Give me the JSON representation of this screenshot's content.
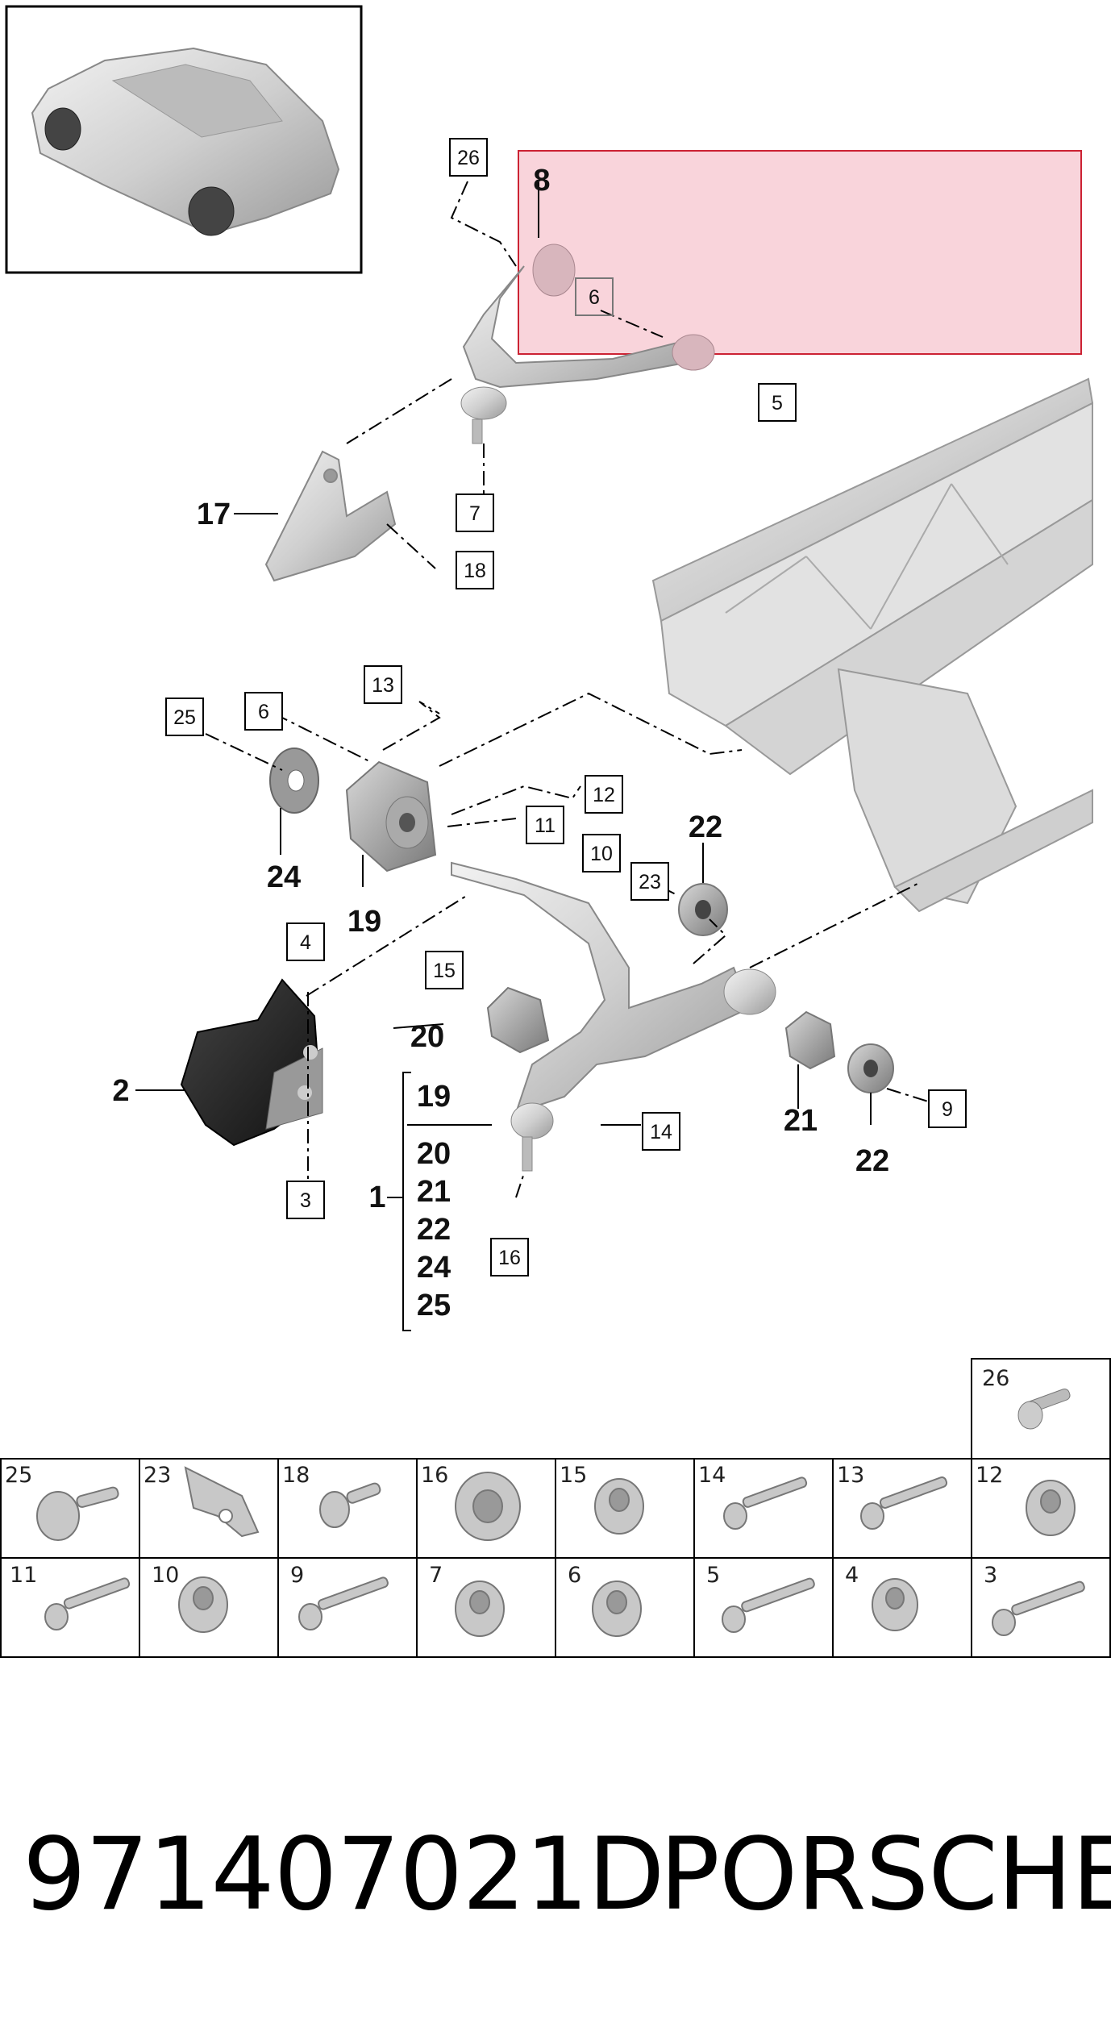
{
  "callouts": {
    "c26": "26",
    "c8": "8",
    "c6_top": "6",
    "c5": "5",
    "c7": "7",
    "c17": "17",
    "c18": "18",
    "c13": "13",
    "c25": "25",
    "c6_mid": "6",
    "c12": "12",
    "c11": "11",
    "c24": "24",
    "c19": "19",
    "c10": "10",
    "c23": "23",
    "c22_top": "22",
    "c4": "4",
    "c15": "15",
    "c20": "20",
    "c2": "2",
    "c3": "3",
    "c14": "14",
    "c16": "16",
    "c21": "21",
    "c22_bot": "22",
    "c9": "9",
    "c1": "1",
    "kit_19": "19",
    "kit_20": "20",
    "kit_21": "21",
    "kit_22": "22",
    "kit_24": "24",
    "kit_25": "25"
  },
  "highlight": {
    "color": "#f7c6cf",
    "border": "#cc2233"
  },
  "parts_grid": {
    "top_cell": "26",
    "row1": [
      "25",
      "23",
      "18",
      "16",
      "15",
      "14",
      "13",
      "12"
    ],
    "row2": [
      "11",
      "10",
      "9",
      "7",
      "6",
      "5",
      "4",
      "3"
    ]
  },
  "footer": {
    "part_number": "971407021D",
    "brand": "PORSCHE"
  }
}
